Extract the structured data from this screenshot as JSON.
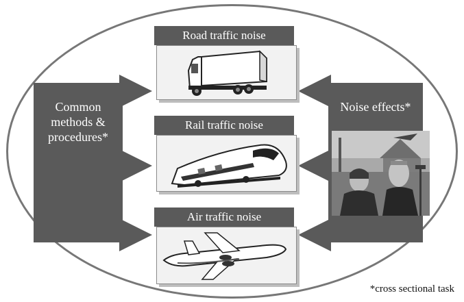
{
  "left_box": {
    "lines": [
      "Common",
      "methods &",
      "procedures*"
    ]
  },
  "right_box": {
    "title": "Noise effects*"
  },
  "cards": [
    {
      "title": "Road traffic noise",
      "icon": "truck-icon"
    },
    {
      "title": "Rail traffic noise",
      "icon": "train-icon"
    },
    {
      "title": "Air traffic noise",
      "icon": "airplane-icon"
    }
  ],
  "photo": {
    "icon": "farm-couple-photo"
  },
  "footnote": "*cross sectional task",
  "colors": {
    "box": "#5a5a5a",
    "ellipse": "#777777",
    "panel": "#f2f2f2",
    "arrow": "#5a5a5a"
  }
}
